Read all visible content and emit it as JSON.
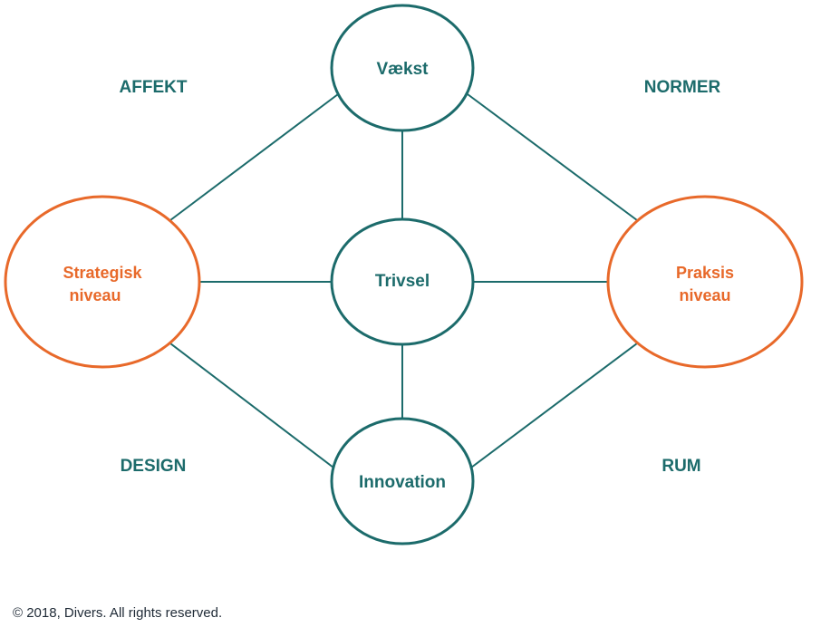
{
  "nodes": {
    "top": "Vækst",
    "center": "Trivsel",
    "bottom": "Innovation",
    "left": {
      "line1": "Strategisk",
      "line2": "niveau"
    },
    "right": {
      "line1": "Praksis",
      "line2": "niveau"
    }
  },
  "corners": {
    "top_left": "AFFEKT",
    "top_right": "NORMER",
    "bottom_left": "DESIGN",
    "bottom_right": "RUM"
  },
  "footer": {
    "copyright": "© 2018, Divers. All rights reserved."
  },
  "colors": {
    "teal": "#1c6b6b",
    "orange": "#e8692a"
  }
}
